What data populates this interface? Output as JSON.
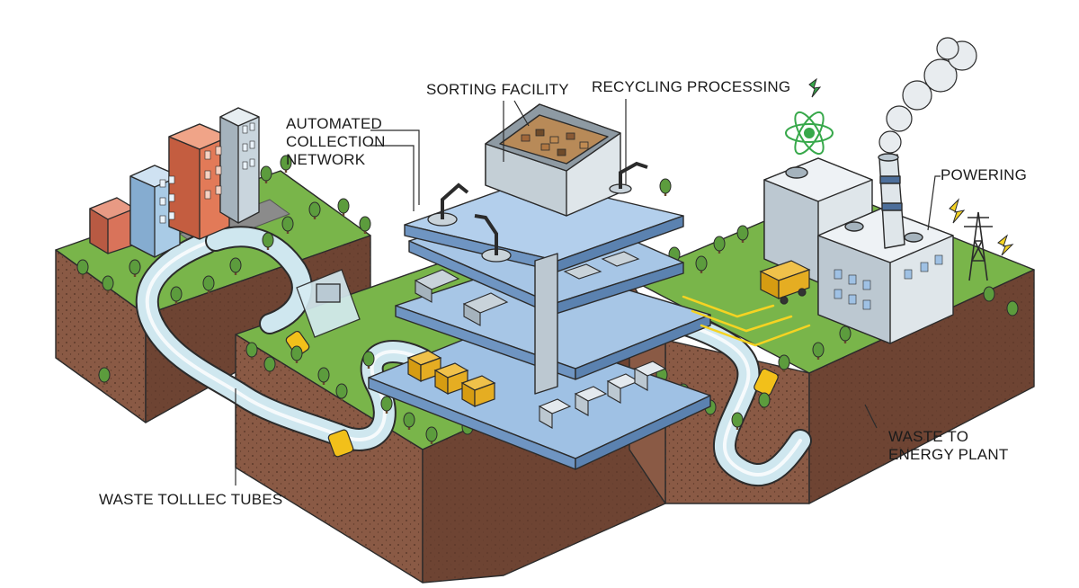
{
  "labels": {
    "collection": [
      "AUTOMATED",
      "COLLECTION",
      "NETWORK"
    ],
    "sorting": "SORTING FACILITY",
    "recycling": "RECYCLING PROCESSING",
    "powering": "POWERING",
    "waste_to_energy": [
      "WASTE TO",
      "ENERGY PLANT"
    ],
    "tubes": "WASTE TOLLLEC TUBES"
  },
  "colors": {
    "grass": "#79b54a",
    "grass_dark": "#5d9a37",
    "soil": "#8a5a45",
    "soil_dark": "#6e4433",
    "platform": "#9fc1e4",
    "platform_dark": "#6f95c2",
    "tube": "#cfe7ef",
    "tube_band": "#f2c01a",
    "tree": "#5c9c3d",
    "truck": "#e0a81c",
    "energy_green": "#37a84a",
    "spark_yellow": "#f5d322"
  },
  "icons": [
    "atom-icon",
    "lightning-bolt-icon",
    "power-pylon-icon",
    "smokestack-icon",
    "robot-arm-icon",
    "garbage-truck-icon"
  ]
}
